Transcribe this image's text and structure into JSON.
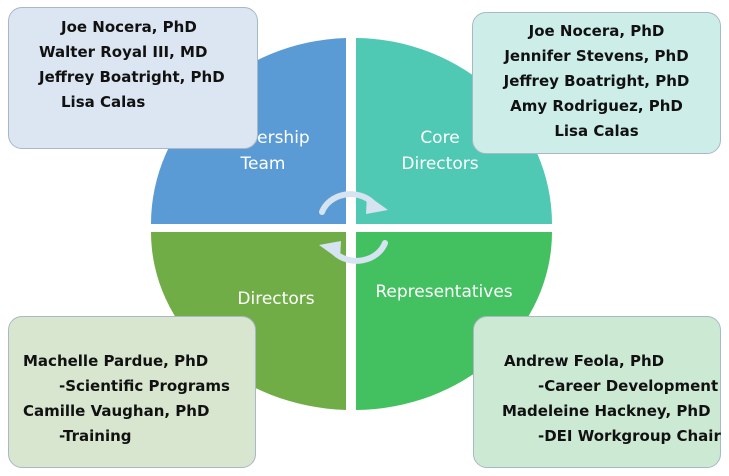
{
  "quadrants": {
    "top_left": {
      "label_line1": "Leadership",
      "label_line2": "Team",
      "color": "#5b9bd5"
    },
    "top_right": {
      "label_line1": "Core",
      "label_line2": "Directors",
      "color": "#4fc8b4"
    },
    "bottom_left": {
      "label": "Directors",
      "color": "#70ad47"
    },
    "bottom_right": {
      "label": "Representatives",
      "color": "#43c060"
    }
  },
  "leadership_team": {
    "members": [
      "Joe Nocera, PhD",
      "Walter Royal III, MD",
      "Jeffrey Boatright, PhD",
      "Lisa Calas"
    ]
  },
  "core_directors": {
    "members": [
      "Joe Nocera, PhD",
      "Jennifer Stevens, PhD",
      "Jeffrey Boatright, PhD",
      "Amy Rodriguez, PhD",
      "Lisa Calas"
    ]
  },
  "directors": {
    "lines": [
      "Machelle Pardue, PhD",
      "-Scientific Programs",
      "Camille Vaughan, PhD",
      "-Training"
    ]
  },
  "representatives": {
    "lines": [
      "Andrew Feola, PhD",
      "-Career Development",
      "Madeleine Hackney, PhD",
      "-DEI Workgroup Chair"
    ]
  },
  "colors": {
    "cycle_arrows": "#d6e3f0",
    "box_border": "#a9b8c6"
  }
}
